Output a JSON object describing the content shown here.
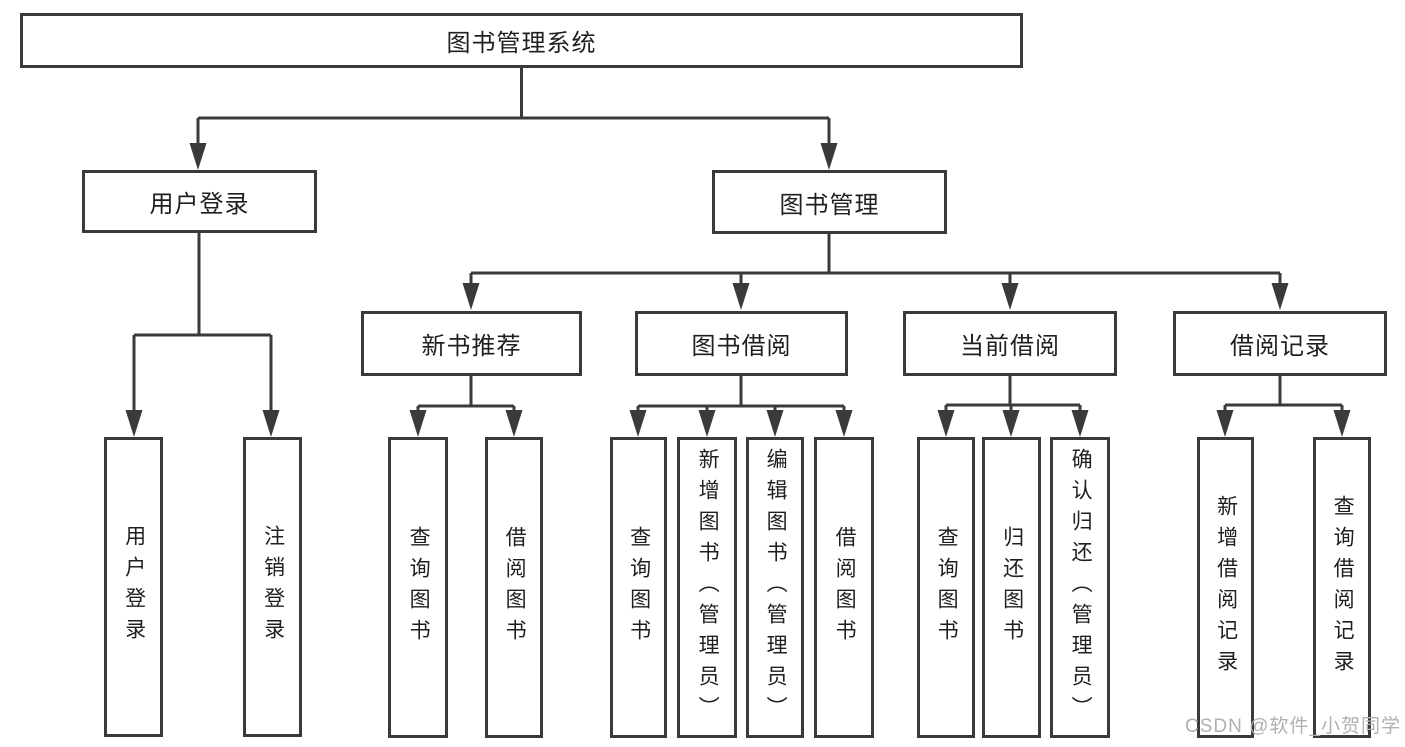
{
  "diagram": {
    "title": "图书管理系统",
    "branches": [
      {
        "label": "用户登录",
        "children": [
          {
            "label": "用户登录"
          },
          {
            "label": "注销登录"
          }
        ]
      },
      {
        "label": "图书管理",
        "children": [
          {
            "label": "新书推荐",
            "children": [
              {
                "label": "查询图书"
              },
              {
                "label": "借阅图书"
              }
            ]
          },
          {
            "label": "图书借阅",
            "children": [
              {
                "label": "查询图书"
              },
              {
                "label": "新增图书（管理员）"
              },
              {
                "label": "编辑图书（管理员）"
              },
              {
                "label": "借阅图书"
              }
            ]
          },
          {
            "label": "当前借阅",
            "children": [
              {
                "label": "查询图书"
              },
              {
                "label": "归还图书"
              },
              {
                "label": "确认归还（管理员）"
              }
            ]
          },
          {
            "label": "借阅记录",
            "children": [
              {
                "label": "新增借阅记录"
              },
              {
                "label": "查询借阅记录"
              }
            ]
          }
        ]
      }
    ]
  },
  "watermark": {
    "text": "CSDN @软件_小贺同学"
  },
  "colors": {
    "line": "#3a3a3a",
    "box_border": "#3a3a3a",
    "box_fill": "#ffffff",
    "text": "#1f1f1f",
    "watermark": "#b0b0b0",
    "background": "#ffffff"
  }
}
